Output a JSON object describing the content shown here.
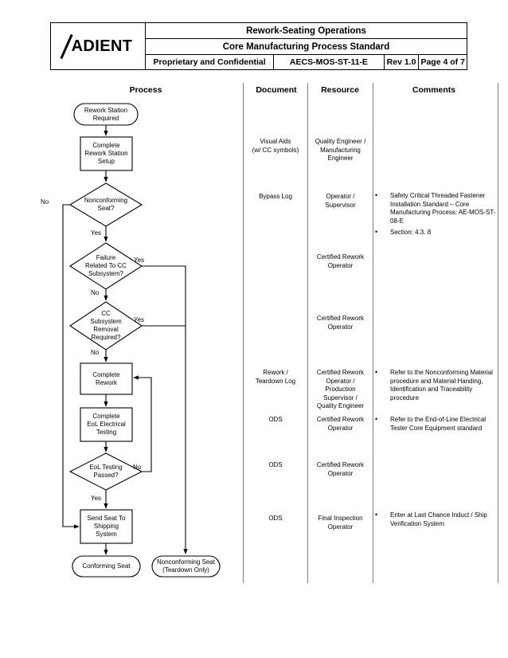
{
  "header": {
    "logo_text": "ADIENT",
    "title_line_1": "Rework-Seating Operations",
    "title_line_2": "Core Manufacturing Process Standard",
    "confidentiality": "Proprietary and Confidential",
    "document_code": "AECS-MOS-ST-11-E",
    "revision": "Rev 1.0",
    "page": "Page 4 of 7"
  },
  "columns": {
    "process": "Process",
    "document": "Document",
    "resource": "Resource",
    "comments": "Comments"
  },
  "flow": {
    "start": "Rework Station\nRequired",
    "setup": "Complete\nRework Station\nSetup",
    "d_nonconforming": "Nonconforming\nSeat?",
    "d_failure_cc": "Failure\nRelated To CC\nSubsystem?",
    "d_cc_removal": "CC\nSubsystem\nRemoval\nRequired?",
    "complete_rework": "Complete\nRework",
    "complete_eol": "Complete\nEoL Electrical\nTesting",
    "d_eol_passed": "EoL Testing\nPassed?",
    "send_seat": "Send Seat To\nShipping\nSystem",
    "end_conforming": "Conforming Seat",
    "end_nonconforming": "Nonconforming Seat\n(Teardown Only)",
    "labels": {
      "no_nonconforming": "No",
      "yes_nonconforming": "Yes",
      "yes_failure_cc": "Yes",
      "no_failure_cc": "No",
      "yes_cc_removal": "Yes",
      "no_cc_removal": "No",
      "no_eol": "No",
      "yes_eol": "Yes"
    }
  },
  "documents": {
    "visual_aids": "Visual Aids\n(w/ CC symbols)",
    "bypass_log": "Bypass Log",
    "rework_teardown_log": "Rework /\nTeardown Log",
    "ods_1": "ODS",
    "ods_2": "ODS",
    "ods_3": "ODS"
  },
  "resources": {
    "quality_mfg_engineer": "Quality Engineer /\nManufacturing\nEngineer",
    "operator_supervisor": "Operator /\nSupervisor",
    "certified_rework_1": "Certified Rework\nOperator",
    "certified_rework_2": "Certified Rework\nOperator",
    "certified_rework_prod": "Certified Rework\nOperator /\nProduction\nSupervisor /\nQuality Engineer",
    "certified_rework_3": "Certified Rework\nOperator",
    "certified_rework_4": "Certified Rework\nOperator",
    "final_inspection": "Final Inspection\nOperator"
  },
  "comments": {
    "bypass": [
      "Safety Critical Threaded Fastener Installation Standard – Core Manufacturing Process: AE-MOS-ST-08-E",
      "Section: 4.3. 8"
    ],
    "rework": [
      "Refer to the Nonconforming Material procedure and Material Handing, Identification and Traceability procedure"
    ],
    "eol": [
      "Refer to the End-of-Line Electrical Tester Core Equipment standard"
    ],
    "shipping": [
      "Enter at Last Chance Induct / Ship Verification System"
    ]
  }
}
